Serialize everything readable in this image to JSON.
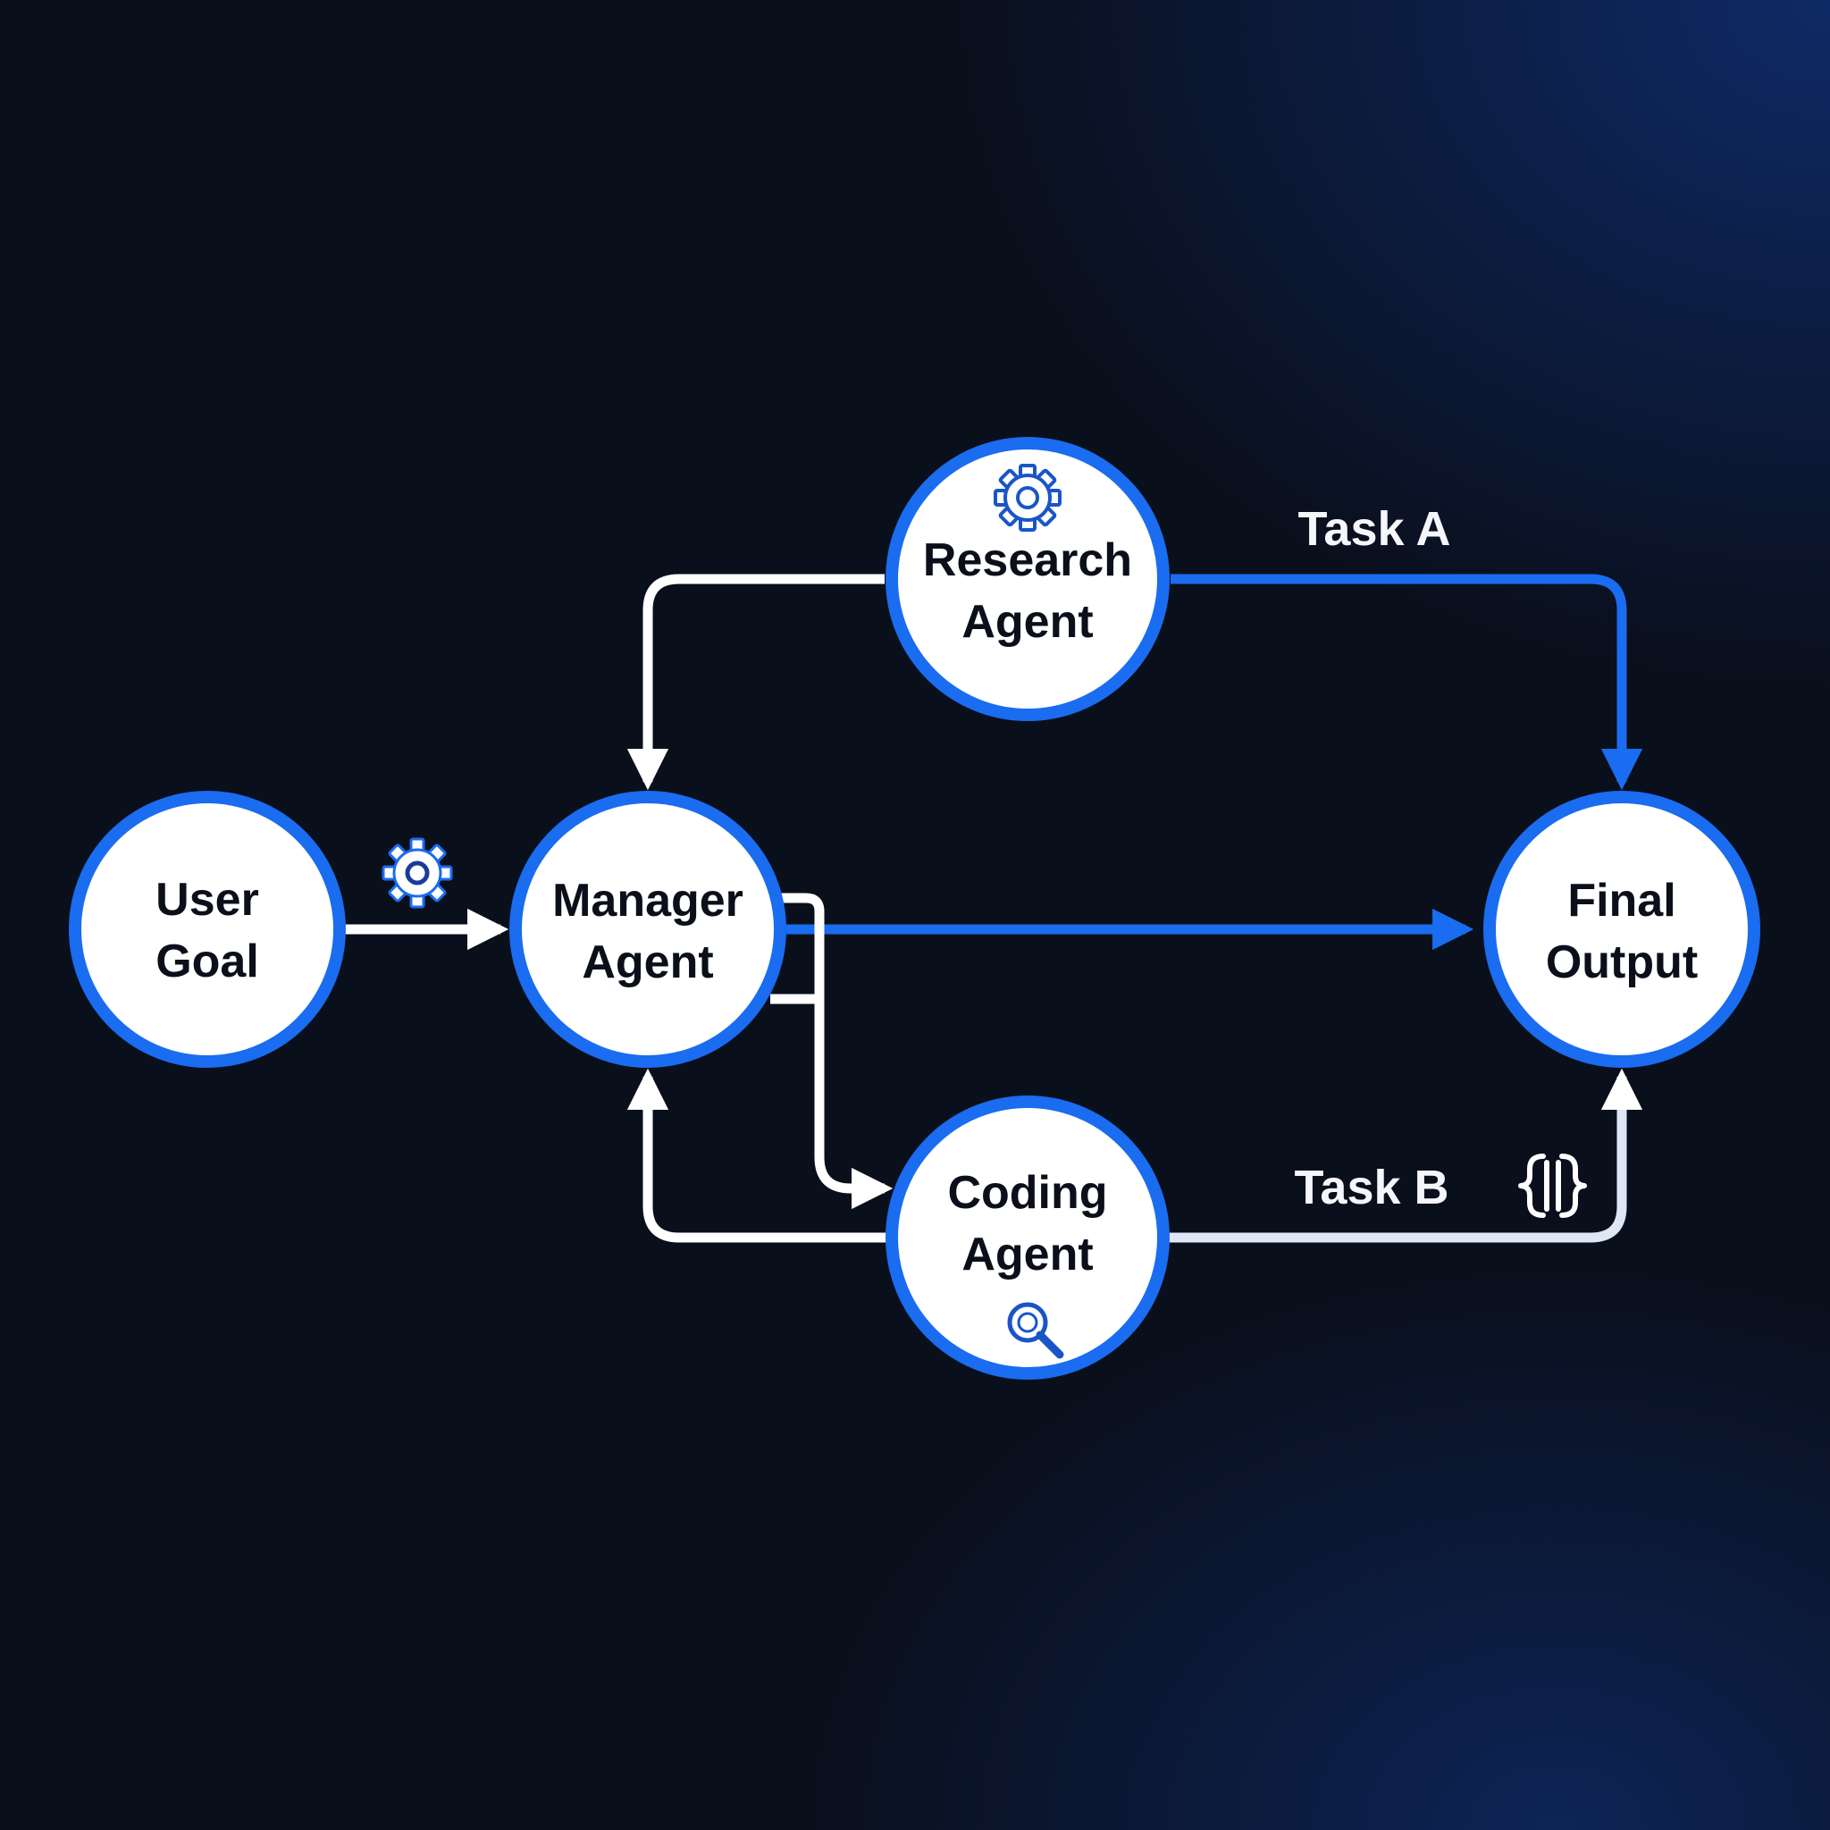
{
  "colors": {
    "background": "#0a0f1c",
    "accent": "#1a6cf0",
    "node_fill": "#ffffff",
    "edge_white": "#ffffff",
    "edge_blue": "#1a6cf0",
    "label_text": "#0b0f1a"
  },
  "nodes": {
    "user_goal": {
      "line1": "User",
      "line2": "Goal"
    },
    "manager_agent": {
      "line1": "Manager",
      "line2": "Agent"
    },
    "research_agent": {
      "line1": "Research",
      "line2": "Agent",
      "icon": "gear-icon"
    },
    "coding_agent": {
      "line1": "Coding",
      "line2": "Agent",
      "icon": "magnifier-icon"
    },
    "final_output": {
      "line1": "Final",
      "line2": "Output"
    }
  },
  "edges": {
    "task_a": {
      "label": "Task A"
    },
    "task_b": {
      "label": "Task B",
      "icon": "code-braces-icon"
    },
    "user_to_manager": {
      "icon": "gear-icon"
    }
  }
}
